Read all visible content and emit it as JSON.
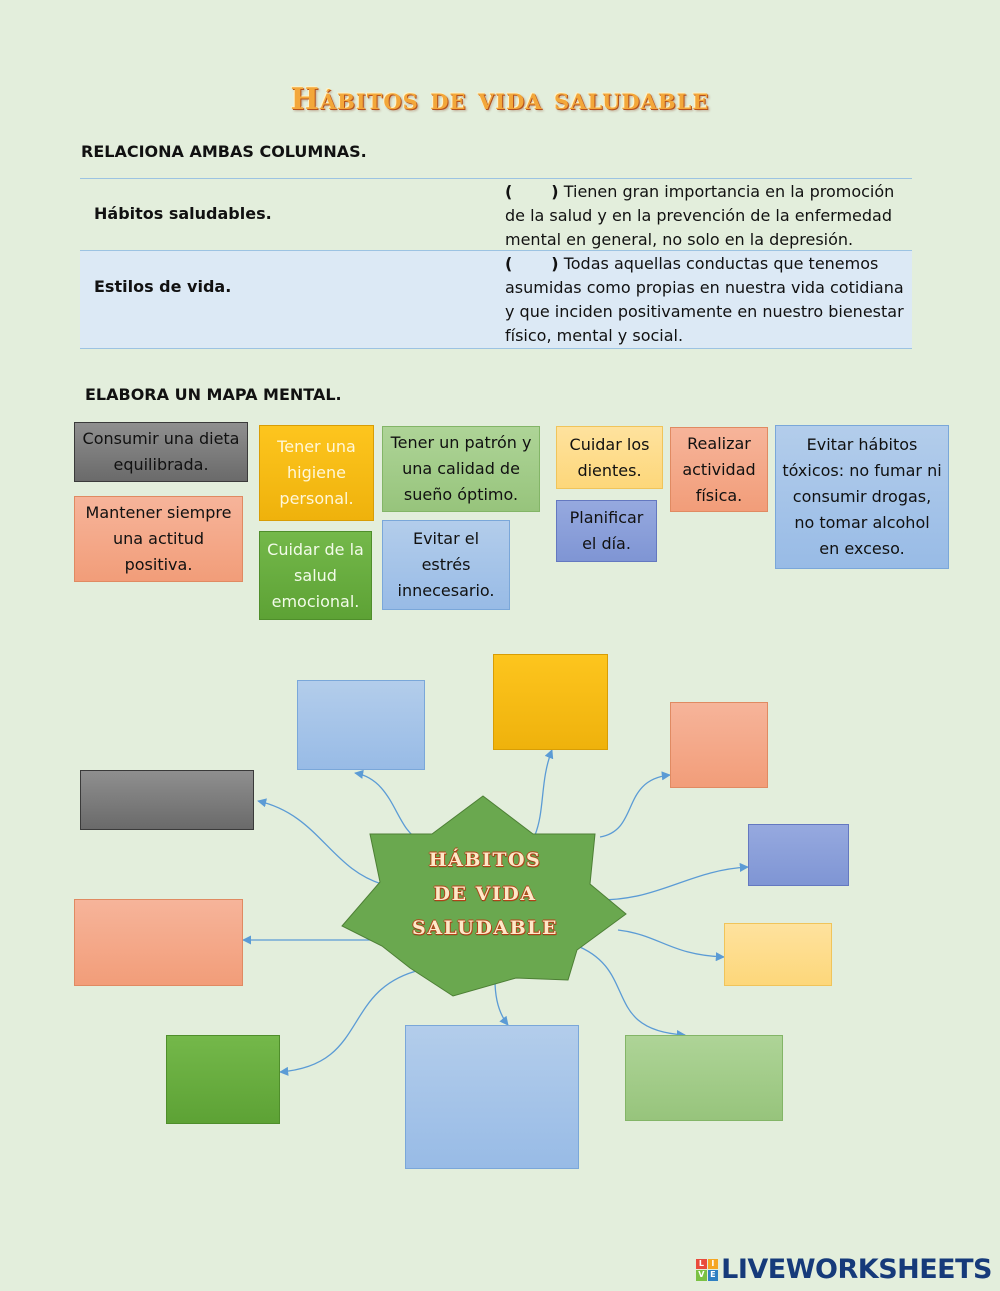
{
  "title": "Hábitos de vida saludable",
  "section1": {
    "heading": "RELACIONA AMBAS COLUMNAS.",
    "rows": [
      {
        "habit": "Hábitos saludables.",
        "paren": "(       )",
        "description": " Tienen gran importancia en la promoción de la salud y en la prevención de la enfermedad mental en general, no solo en la depresión."
      },
      {
        "habit": "Estilos de vida.",
        "paren": "(       )",
        "description": " Todas aquellas conductas que tenemos asumidas como propias en nuestra vida cotidiana y que inciden positivamente en nuestro bienestar físico, mental y social."
      }
    ]
  },
  "section2": {
    "heading": "ELABORA UN MAPA MENTAL.",
    "cards": [
      "Consumir una dieta equilibrada.",
      "Mantener siempre una actitud positiva.",
      "Tener una higiene personal.",
      "Cuidar de la salud emocional.",
      "Tener un patrón y una calidad de sueño óptimo.",
      "Evitar el estrés innecesario.",
      "Cuidar los dientes.",
      "Planificar el día.",
      "Realizar actividad física.",
      "Evitar hábitos tóxicos: no fumar ni consumir drogas, no tomar alcohol en exceso."
    ]
  },
  "mindmap": {
    "center_line1": "HÁBITOS",
    "center_line2": "DE VIDA",
    "center_line3": "SALUDABLE"
  },
  "colors": {
    "background": "#e3eedc",
    "star": "#6aa84f",
    "arrow": "#5b9bd5"
  },
  "logo": {
    "text": "LIVEWORKSHEETS",
    "mark": [
      "L",
      "I",
      "V",
      "E"
    ]
  }
}
